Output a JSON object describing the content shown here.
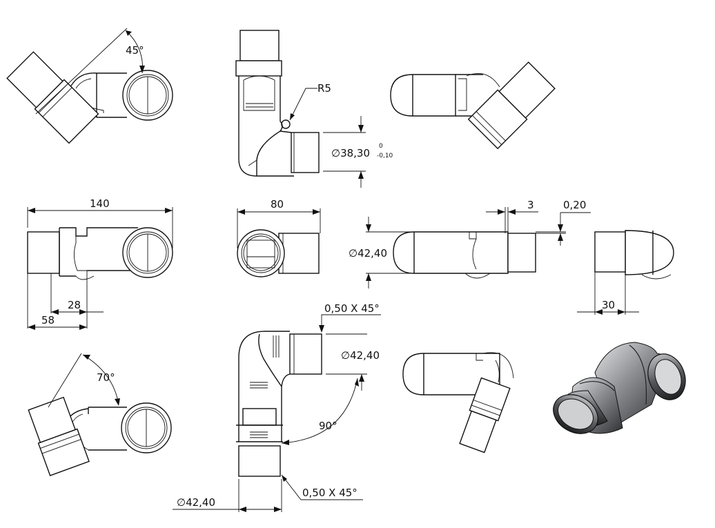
{
  "dimensions": {
    "angle_45": "45°",
    "radius_r5": "R5",
    "dia_38_30": "∅38,30",
    "tol_upper": "0",
    "tol_lower": "-0,10",
    "len_140": "140",
    "len_80": "80",
    "len_3": "3",
    "len_0_20": "0,20",
    "dia_42_40_mid": "∅42,40",
    "len_28": "28",
    "len_58": "58",
    "len_30": "30",
    "chamfer_top": "0,50 X 45°",
    "dia_42_40_right": "∅42,40",
    "angle_70": "70°",
    "angle_90": "90°",
    "dia_42_40_bottom": "∅42,40",
    "chamfer_bottom": "0,50 X 45°"
  },
  "colors": {
    "line": "#111111",
    "shade_dark": "#3a3b3e",
    "shade_light": "#c9cacc"
  }
}
